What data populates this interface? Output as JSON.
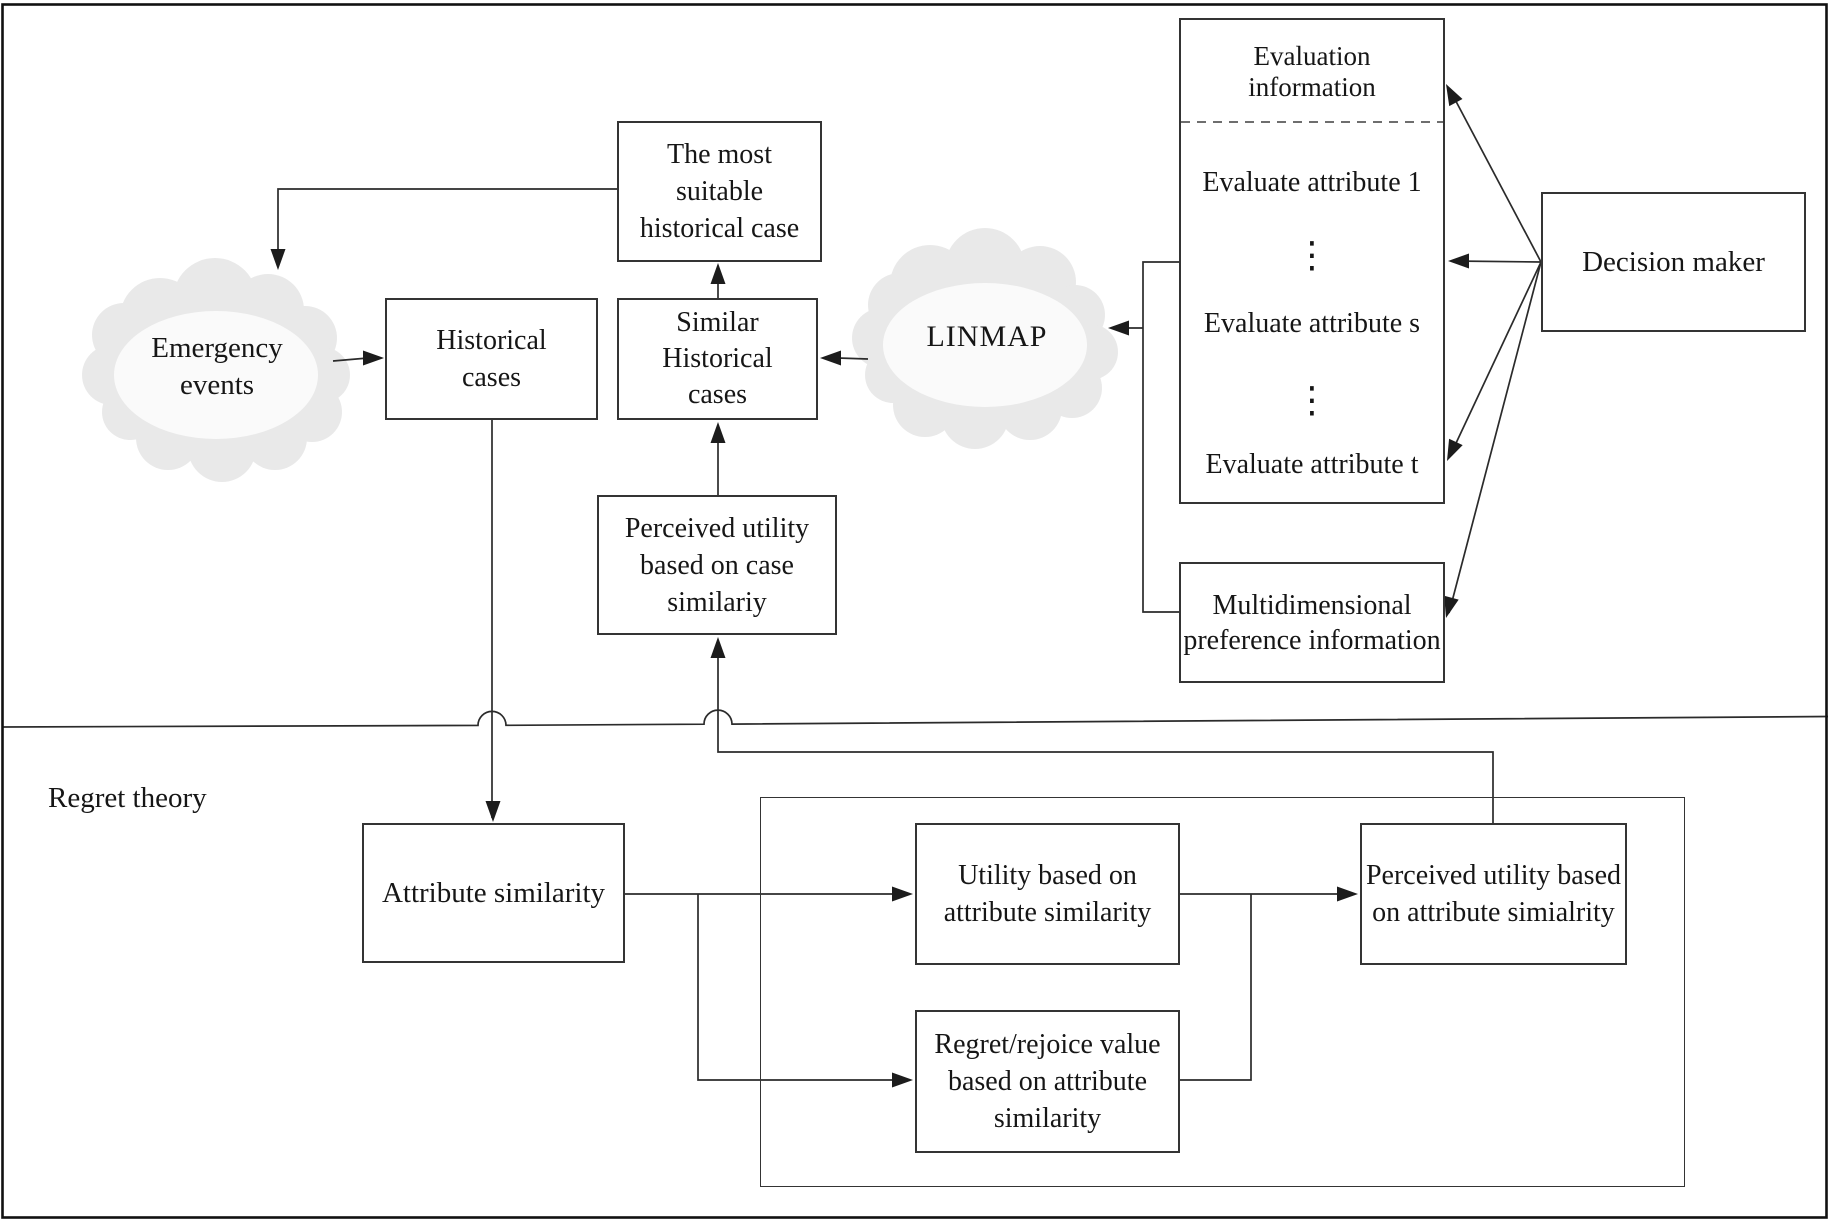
{
  "clouds": {
    "emergency": {
      "text": "Emergency\nevents"
    },
    "linmap": {
      "text": "LINMAP"
    }
  },
  "nodes": {
    "most_suitable": {
      "text": "The most\nsuitable\nhistorical case"
    },
    "historical_cases": {
      "text": "Historical\ncases"
    },
    "similar_historical": {
      "text": "Similar\nHistorical\ncases"
    },
    "perceived_case": {
      "text": "Perceived utility\nbased on case\nsimilariy"
    },
    "decision_maker": {
      "text": "Decision maker"
    },
    "multidimensional": {
      "text": "Multidimensional\npreference information"
    },
    "attribute_similarity": {
      "text": "Attribute similarity"
    },
    "utility_attribute": {
      "text": "Utility based on\nattribute similarity"
    },
    "regret_rejoice": {
      "text": "Regret/rejoice value\nbased on attribute\nsimilarity"
    },
    "perceived_attribute": {
      "text": "Perceived utility based\non attribute simialrity"
    }
  },
  "evaluation_panel": {
    "title": "Evaluation\ninformation",
    "row1": "Evaluate attribute 1",
    "row_s": "Evaluate attribute s",
    "row_t": "Evaluate attribute t",
    "ellipsis": "⋮"
  },
  "labels": {
    "regret_theory": "Regret theory"
  },
  "colors": {
    "line": "#2b2b2b",
    "cloud_fill": "#e9e9e9",
    "cloud_inner": "#fafafa",
    "dashed": "#6e6e6e"
  }
}
